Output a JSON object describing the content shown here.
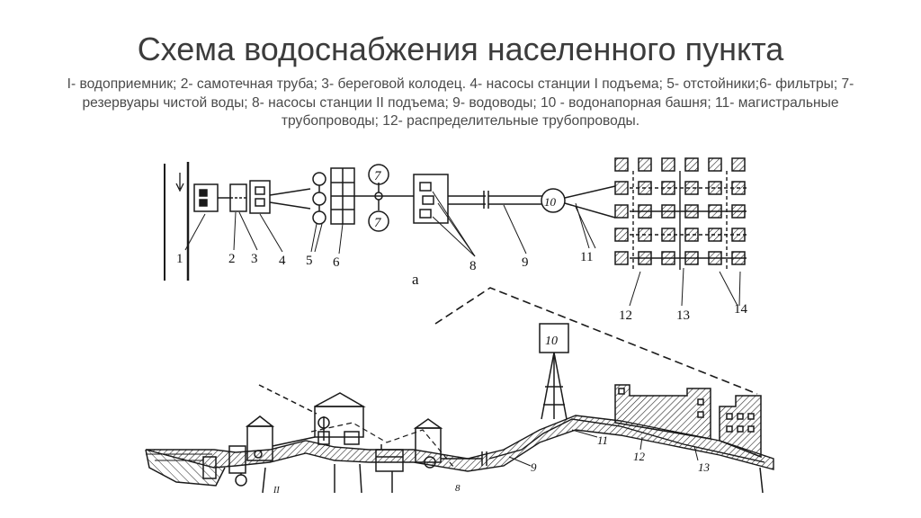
{
  "slide": {
    "title": "Схема водоснабжения населенного пункта",
    "caption": "I- водоприемник; 2- самотечная труба; 3- береговой колодец. 4- насосы станции I подъема; 5- отстойники;6- фильтры; 7- резервуары чистой воды; 8- насосы станции  II подъема; 9- водоводы; 10 - водонапорная башня; 11- магистральные трубопроводы;  12- распределительные трубопроводы."
  },
  "plan": {
    "sublabel": "а",
    "numbers": [
      "1",
      "2",
      "3",
      "4",
      "5",
      "6",
      "8",
      "9",
      "11",
      "12",
      "13",
      "14"
    ],
    "reservoir_label": "7",
    "tower_label": "10"
  },
  "profile": {
    "tower_label": "10",
    "numbers": [
      "11",
      "12",
      "13",
      "9"
    ],
    "small_labels": [
      "8",
      "II"
    ]
  },
  "colors": {
    "ink": "#1a1a1a",
    "background": "#ffffff",
    "text": "#3c3c3c"
  }
}
